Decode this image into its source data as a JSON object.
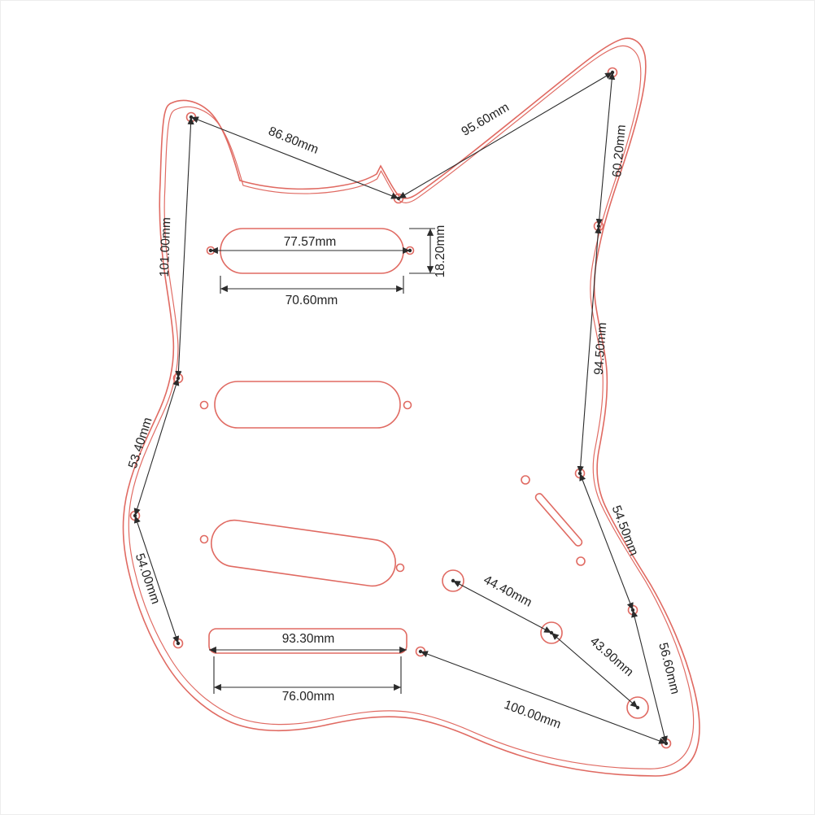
{
  "colors": {
    "outline": "#e06a62",
    "dimension": "#2b2b2b"
  },
  "dims": {
    "upper_left_diagonal": "86.80mm",
    "upper_right_diagonal": "95.60mm",
    "right_horn": "60.20mm",
    "left_upper": "101.00mm",
    "left_middle": "53.40mm",
    "left_lower": "54.00mm",
    "right_upper": "94.50mm",
    "right_middle": "54.50mm",
    "right_lower": "56.60mm",
    "bottom_diagonal": "100.00mm",
    "pot_spacing_1": "44.40mm",
    "pot_spacing_2": "43.90mm",
    "pickup_screw_span": "77.57mm",
    "pickup_slot_width": "70.60mm",
    "pickup_slot_height": "18.20mm",
    "bridge_cutout_width": "93.30mm",
    "bridge_cutout_inner_width": "76.00mm"
  }
}
